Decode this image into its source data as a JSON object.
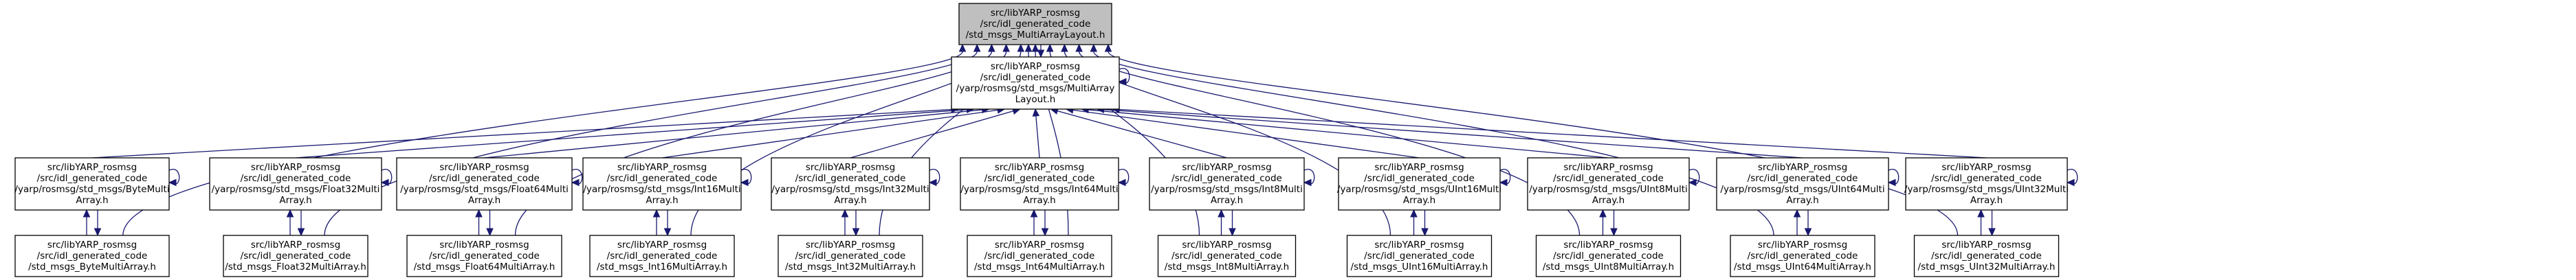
{
  "diagram": {
    "type": "include-dependency-graph",
    "colors": {
      "edge": "#191970",
      "root_fill": "#bfbfbf",
      "node_fill": "#ffffff",
      "border": "#000000"
    },
    "nodes": [
      {
        "id": "root",
        "lines": [
          "src/libYARP_rosmsg",
          "/src/idl_generated_code",
          "/std_msgs_MultiArrayLayout.h"
        ]
      },
      {
        "id": "mid",
        "lines": [
          "src/libYARP_rosmsg",
          "/src/idl_generated_code",
          "/yarp/rosmsg/std_msgs/MultiArray",
          "Layout.h"
        ]
      },
      {
        "id": "u_byte",
        "lines": [
          "src/libYARP_rosmsg",
          "/src/idl_generated_code",
          "/yarp/rosmsg/std_msgs/ByteMulti",
          "Array.h"
        ]
      },
      {
        "id": "u_f32",
        "lines": [
          "src/libYARP_rosmsg",
          "/src/idl_generated_code",
          "/yarp/rosmsg/std_msgs/Float32Multi",
          "Array.h"
        ]
      },
      {
        "id": "u_f64",
        "lines": [
          "src/libYARP_rosmsg",
          "/src/idl_generated_code",
          "/yarp/rosmsg/std_msgs/Float64Multi",
          "Array.h"
        ]
      },
      {
        "id": "u_i16",
        "lines": [
          "src/libYARP_rosmsg",
          "/src/idl_generated_code",
          "/yarp/rosmsg/std_msgs/Int16Multi",
          "Array.h"
        ]
      },
      {
        "id": "u_i32",
        "lines": [
          "src/libYARP_rosmsg",
          "/src/idl_generated_code",
          "/yarp/rosmsg/std_msgs/Int32Multi",
          "Array.h"
        ]
      },
      {
        "id": "u_i64",
        "lines": [
          "src/libYARP_rosmsg",
          "/src/idl_generated_code",
          "/yarp/rosmsg/std_msgs/Int64Multi",
          "Array.h"
        ]
      },
      {
        "id": "u_i8",
        "lines": [
          "src/libYARP_rosmsg",
          "/src/idl_generated_code",
          "/yarp/rosmsg/std_msgs/Int8Multi",
          "Array.h"
        ]
      },
      {
        "id": "u_u16",
        "lines": [
          "src/libYARP_rosmsg",
          "/src/idl_generated_code",
          "/yarp/rosmsg/std_msgs/UInt16Multi",
          "Array.h"
        ]
      },
      {
        "id": "u_u8",
        "lines": [
          "src/libYARP_rosmsg",
          "/src/idl_generated_code",
          "/yarp/rosmsg/std_msgs/UInt8Multi",
          "Array.h"
        ]
      },
      {
        "id": "u_u64",
        "lines": [
          "src/libYARP_rosmsg",
          "/src/idl_generated_code",
          "/yarp/rosmsg/std_msgs/UInt64Multi",
          "Array.h"
        ]
      },
      {
        "id": "u_u32",
        "lines": [
          "src/libYARP_rosmsg",
          "/src/idl_generated_code",
          "/yarp/rosmsg/std_msgs/UInt32Multi",
          "Array.h"
        ]
      },
      {
        "id": "b_byte",
        "lines": [
          "src/libYARP_rosmsg",
          "/src/idl_generated_code",
          "/std_msgs_ByteMultiArray.h"
        ]
      },
      {
        "id": "b_f32",
        "lines": [
          "src/libYARP_rosmsg",
          "/src/idl_generated_code",
          "/std_msgs_Float32MultiArray.h"
        ]
      },
      {
        "id": "b_f64",
        "lines": [
          "src/libYARP_rosmsg",
          "/src/idl_generated_code",
          "/std_msgs_Float64MultiArray.h"
        ]
      },
      {
        "id": "b_i16",
        "lines": [
          "src/libYARP_rosmsg",
          "/src/idl_generated_code",
          "/std_msgs_Int16MultiArray.h"
        ]
      },
      {
        "id": "b_i32",
        "lines": [
          "src/libYARP_rosmsg",
          "/src/idl_generated_code",
          "/std_msgs_Int32MultiArray.h"
        ]
      },
      {
        "id": "b_i64",
        "lines": [
          "src/libYARP_rosmsg",
          "/src/idl_generated_code",
          "/std_msgs_Int64MultiArray.h"
        ]
      },
      {
        "id": "b_i8",
        "lines": [
          "src/libYARP_rosmsg",
          "/src/idl_generated_code",
          "/std_msgs_Int8MultiArray.h"
        ]
      },
      {
        "id": "b_u16",
        "lines": [
          "src/libYARP_rosmsg",
          "/src/idl_generated_code",
          "/std_msgs_UInt16MultiArray.h"
        ]
      },
      {
        "id": "b_u8",
        "lines": [
          "src/libYARP_rosmsg",
          "/src/idl_generated_code",
          "/std_msgs_UInt8MultiArray.h"
        ]
      },
      {
        "id": "b_u64",
        "lines": [
          "src/libYARP_rosmsg",
          "/src/idl_generated_code",
          "/std_msgs_UInt64MultiArray.h"
        ]
      },
      {
        "id": "b_u32",
        "lines": [
          "src/libYARP_rosmsg",
          "/src/idl_generated_code",
          "/std_msgs_UInt32MultiArray.h"
        ]
      }
    ]
  }
}
